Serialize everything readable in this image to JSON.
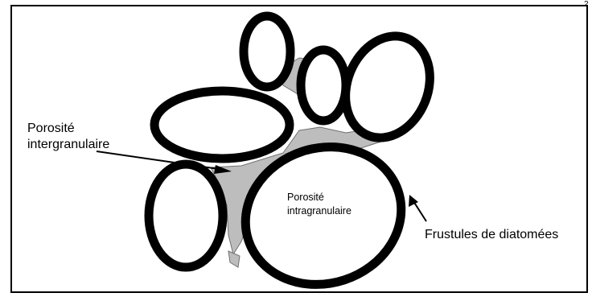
{
  "labels": {
    "intergranular_line1": "Porosité",
    "intergranular_line2": "intergranulaire",
    "intragranular_line1": "Porosité",
    "intragranular_line2": "intragranulaire",
    "frustules": "Frustules de diatomées",
    "corner_mark": "2"
  },
  "colors": {
    "grain_outline": "#000000",
    "pore_fill": "#bdbdbd",
    "background": "#ffffff"
  }
}
